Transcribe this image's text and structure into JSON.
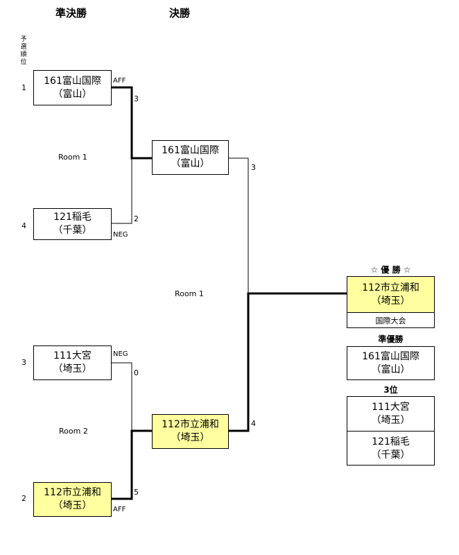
{
  "headers": {
    "semifinal": "準決勝",
    "final": "決勝"
  },
  "seed_column_label": [
    "予",
    "選",
    "順",
    "位"
  ],
  "semifinal_top": {
    "room": "Room 1",
    "team1": {
      "seed": "1",
      "line1": "161富山国際",
      "line2": "（富山）",
      "side": "AFF",
      "score": "3"
    },
    "team2": {
      "seed": "4",
      "line1": "121稲毛",
      "line2": "（千葉）",
      "side": "NEG",
      "score": "2"
    }
  },
  "semifinal_bottom": {
    "room": "Room 2",
    "team1": {
      "seed": "3",
      "line1": "111大宮",
      "line2": "（埼玉）",
      "side": "NEG",
      "score": "0"
    },
    "team2": {
      "seed": "2",
      "line1": "112市立浦和",
      "line2": "（埼玉）",
      "side": "AFF",
      "score": "5"
    }
  },
  "final": {
    "room": "Room 1",
    "team_top": {
      "line1": "161富山国際",
      "line2": "（富山）",
      "score": "3"
    },
    "team_bottom": {
      "line1": "112市立浦和",
      "line2": "（埼玉）",
      "score": "4"
    }
  },
  "results": {
    "champion_label": "☆ 優 勝 ☆",
    "champion": {
      "line1": "112市立浦和",
      "line2": "（埼玉）",
      "note": "国際大会"
    },
    "runner_up_label": "準優勝",
    "runner_up": {
      "line1": "161富山国際",
      "line2": "（富山）"
    },
    "third_label": "3位",
    "third": [
      {
        "line1": "111大宮",
        "line2": "（埼玉）"
      },
      {
        "line1": "121稲毛",
        "line2": "（千葉）"
      }
    ]
  },
  "colors": {
    "winner_fill": "#ffffa0",
    "line": "#000000"
  }
}
